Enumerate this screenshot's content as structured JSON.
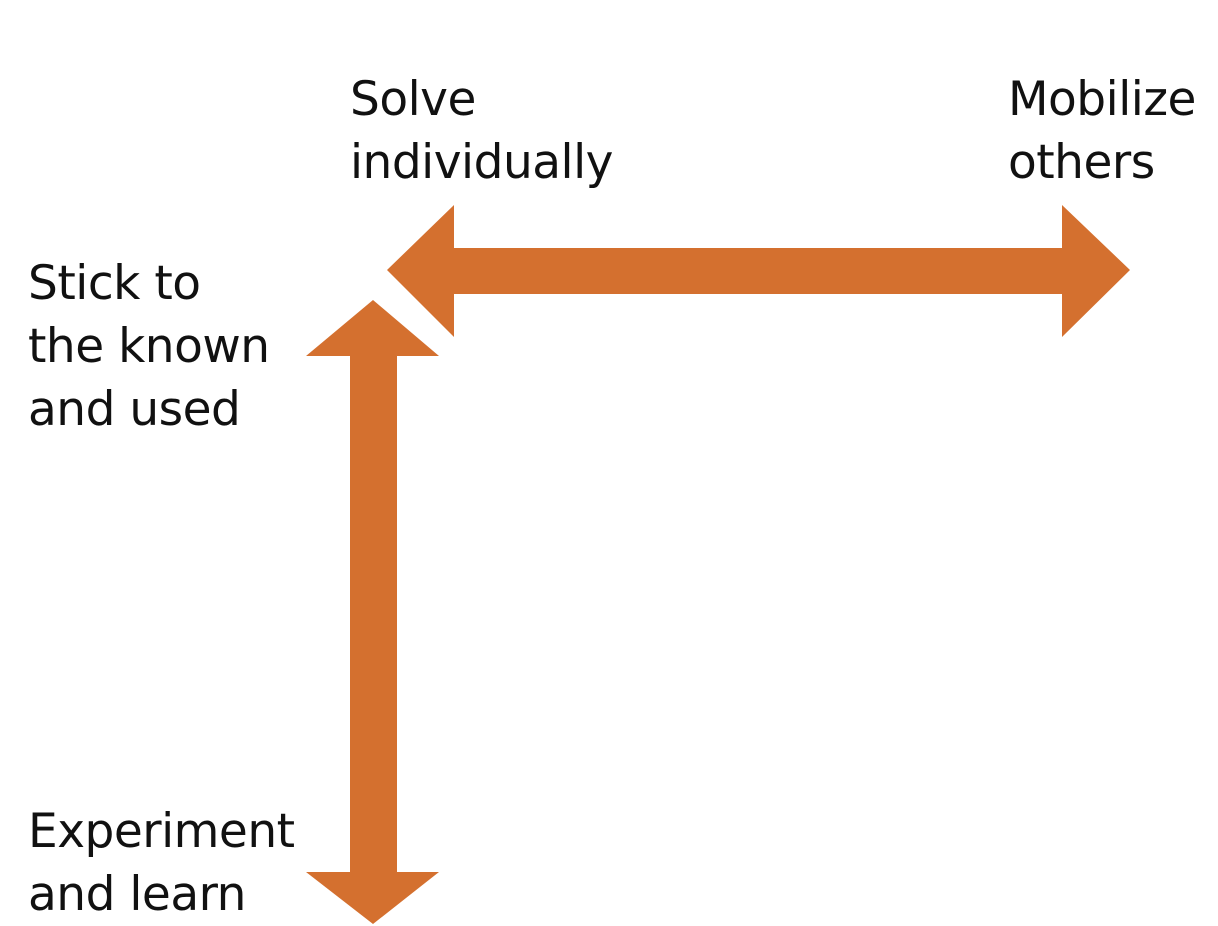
{
  "labels": {
    "horizontal_left": [
      "Solve",
      "individually"
    ],
    "horizontal_right": [
      "Mobilize",
      "others"
    ],
    "vertical_top": [
      "Stick to",
      "the known",
      "and used"
    ],
    "vertical_bottom": [
      "Experiment",
      "and learn"
    ]
  },
  "colors": {
    "arrow": "#d4702f",
    "text": "#111111",
    "background": "#ffffff"
  }
}
